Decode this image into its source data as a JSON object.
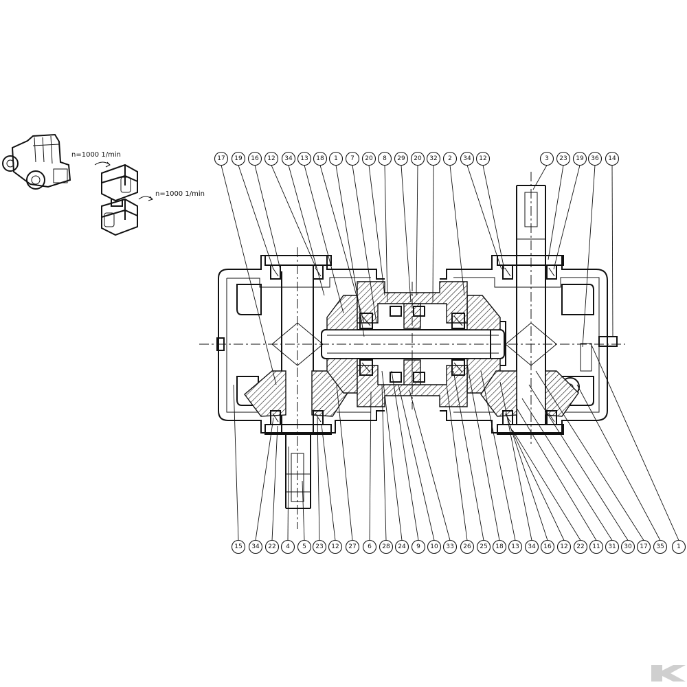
{
  "speed_labels": {
    "tractor": "n=1000 1/min",
    "gearbox": "n=1000 1/min"
  },
  "callouts_top": [
    "17",
    "19",
    "16",
    "12",
    "34",
    "13",
    "18",
    "1",
    "7",
    "20",
    "8",
    "29",
    "20",
    "32",
    "2",
    "34",
    "12",
    "3",
    "23",
    "19",
    "36",
    "14"
  ],
  "callouts_bottom": [
    "15",
    "34",
    "22",
    "4",
    "5",
    "23",
    "12",
    "27",
    "6",
    "28",
    "24",
    "9",
    "10",
    "33",
    "26",
    "25",
    "18",
    "13",
    "34",
    "16",
    "12",
    "22",
    "11",
    "31",
    "30",
    "17",
    "35",
    "1"
  ],
  "colors": {
    "line": "#111111",
    "background": "#ffffff",
    "watermark": "#cfcfcf"
  },
  "icons": [
    "tractor-icon",
    "gearbox-icon",
    "watermark-logo"
  ]
}
